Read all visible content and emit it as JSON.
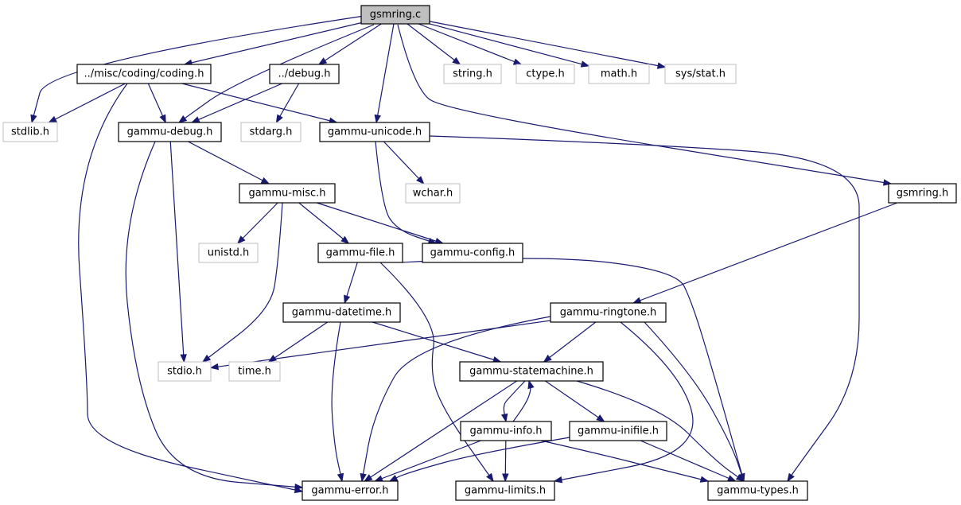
{
  "graph": {
    "nodes": [
      {
        "id": "gsmring_c",
        "label": "gsmring.c",
        "kind": "root"
      },
      {
        "id": "coding_h",
        "label": "../misc/coding/coding.h",
        "kind": "project"
      },
      {
        "id": "debug_h",
        "label": "../debug.h",
        "kind": "project"
      },
      {
        "id": "string_h",
        "label": "string.h",
        "kind": "system"
      },
      {
        "id": "ctype_h",
        "label": "ctype.h",
        "kind": "system"
      },
      {
        "id": "math_h",
        "label": "math.h",
        "kind": "system"
      },
      {
        "id": "sysstat_h",
        "label": "sys/stat.h",
        "kind": "system"
      },
      {
        "id": "stdlib_h",
        "label": "stdlib.h",
        "kind": "system"
      },
      {
        "id": "gammu_debug_h",
        "label": "gammu-debug.h",
        "kind": "project"
      },
      {
        "id": "stdarg_h",
        "label": "stdarg.h",
        "kind": "system"
      },
      {
        "id": "gammu_unicode_h",
        "label": "gammu-unicode.h",
        "kind": "project"
      },
      {
        "id": "gammu_misc_h",
        "label": "gammu-misc.h",
        "kind": "project"
      },
      {
        "id": "wchar_h",
        "label": "wchar.h",
        "kind": "system"
      },
      {
        "id": "gsmring_h",
        "label": "gsmring.h",
        "kind": "project"
      },
      {
        "id": "unistd_h",
        "label": "unistd.h",
        "kind": "system"
      },
      {
        "id": "gammu_file_h",
        "label": "gammu-file.h",
        "kind": "project"
      },
      {
        "id": "gammu_config_h",
        "label": "gammu-config.h",
        "kind": "project"
      },
      {
        "id": "gammu_datetime_h",
        "label": "gammu-datetime.h",
        "kind": "project"
      },
      {
        "id": "gammu_ringtone_h",
        "label": "gammu-ringtone.h",
        "kind": "project"
      },
      {
        "id": "stdio_h",
        "label": "stdio.h",
        "kind": "system"
      },
      {
        "id": "time_h",
        "label": "time.h",
        "kind": "system"
      },
      {
        "id": "gammu_statemachine_h",
        "label": "gammu-statemachine.h",
        "kind": "project"
      },
      {
        "id": "gammu_info_h",
        "label": "gammu-info.h",
        "kind": "project"
      },
      {
        "id": "gammu_inifile_h",
        "label": "gammu-inifile.h",
        "kind": "project"
      },
      {
        "id": "gammu_error_h",
        "label": "gammu-error.h",
        "kind": "project"
      },
      {
        "id": "gammu_limits_h",
        "label": "gammu-limits.h",
        "kind": "project"
      },
      {
        "id": "gammu_types_h",
        "label": "gammu-types.h",
        "kind": "project"
      }
    ],
    "edges": [
      [
        "gsmring_c",
        "coding_h"
      ],
      [
        "gsmring_c",
        "debug_h"
      ],
      [
        "gsmring_c",
        "string_h"
      ],
      [
        "gsmring_c",
        "ctype_h"
      ],
      [
        "gsmring_c",
        "math_h"
      ],
      [
        "gsmring_c",
        "sysstat_h"
      ],
      [
        "gsmring_c",
        "stdlib_h"
      ],
      [
        "gsmring_c",
        "gammu_debug_h"
      ],
      [
        "gsmring_c",
        "gammu_unicode_h"
      ],
      [
        "gsmring_c",
        "gsmring_h"
      ],
      [
        "coding_h",
        "stdlib_h"
      ],
      [
        "coding_h",
        "gammu_debug_h"
      ],
      [
        "coding_h",
        "gammu_unicode_h"
      ],
      [
        "coding_h",
        "gammu_error_h"
      ],
      [
        "debug_h",
        "gammu_debug_h"
      ],
      [
        "debug_h",
        "stdarg_h"
      ],
      [
        "gammu_debug_h",
        "gammu_misc_h"
      ],
      [
        "gammu_debug_h",
        "stdio_h"
      ],
      [
        "gammu_debug_h",
        "gammu_error_h"
      ],
      [
        "gammu_unicode_h",
        "wchar_h"
      ],
      [
        "gammu_unicode_h",
        "gammu_config_h"
      ],
      [
        "gammu_unicode_h",
        "gammu_types_h"
      ],
      [
        "gammu_misc_h",
        "unistd_h"
      ],
      [
        "gammu_misc_h",
        "gammu_file_h"
      ],
      [
        "gammu_misc_h",
        "gammu_config_h"
      ],
      [
        "gammu_misc_h",
        "stdio_h"
      ],
      [
        "gsmring_h",
        "gammu_ringtone_h"
      ],
      [
        "gammu_file_h",
        "gammu_datetime_h"
      ],
      [
        "gammu_file_h",
        "gammu_types_h"
      ],
      [
        "gammu_file_h",
        "gammu_limits_h"
      ],
      [
        "gammu_datetime_h",
        "time_h"
      ],
      [
        "gammu_datetime_h",
        "gammu_statemachine_h"
      ],
      [
        "gammu_datetime_h",
        "gammu_error_h"
      ],
      [
        "gammu_ringtone_h",
        "stdio_h"
      ],
      [
        "gammu_ringtone_h",
        "gammu_statemachine_h"
      ],
      [
        "gammu_ringtone_h",
        "gammu_error_h"
      ],
      [
        "gammu_ringtone_h",
        "gammu_types_h"
      ],
      [
        "gammu_ringtone_h",
        "gammu_limits_h"
      ],
      [
        "gammu_statemachine_h",
        "gammu_info_h"
      ],
      [
        "gammu_statemachine_h",
        "gammu_inifile_h"
      ],
      [
        "gammu_statemachine_h",
        "gammu_error_h"
      ],
      [
        "gammu_statemachine_h",
        "gammu_types_h"
      ],
      [
        "gammu_info_h",
        "gammu_statemachine_h"
      ],
      [
        "gammu_info_h",
        "gammu_error_h"
      ],
      [
        "gammu_info_h",
        "gammu_limits_h"
      ],
      [
        "gammu_info_h",
        "gammu_types_h"
      ],
      [
        "gammu_inifile_h",
        "gammu_error_h"
      ],
      [
        "gammu_inifile_h",
        "gammu_types_h"
      ]
    ]
  },
  "colors": {
    "edge": "#191970",
    "root_fill": "#bfbfbf",
    "project_border": "#000000",
    "system_border": "#bfbfbf"
  }
}
